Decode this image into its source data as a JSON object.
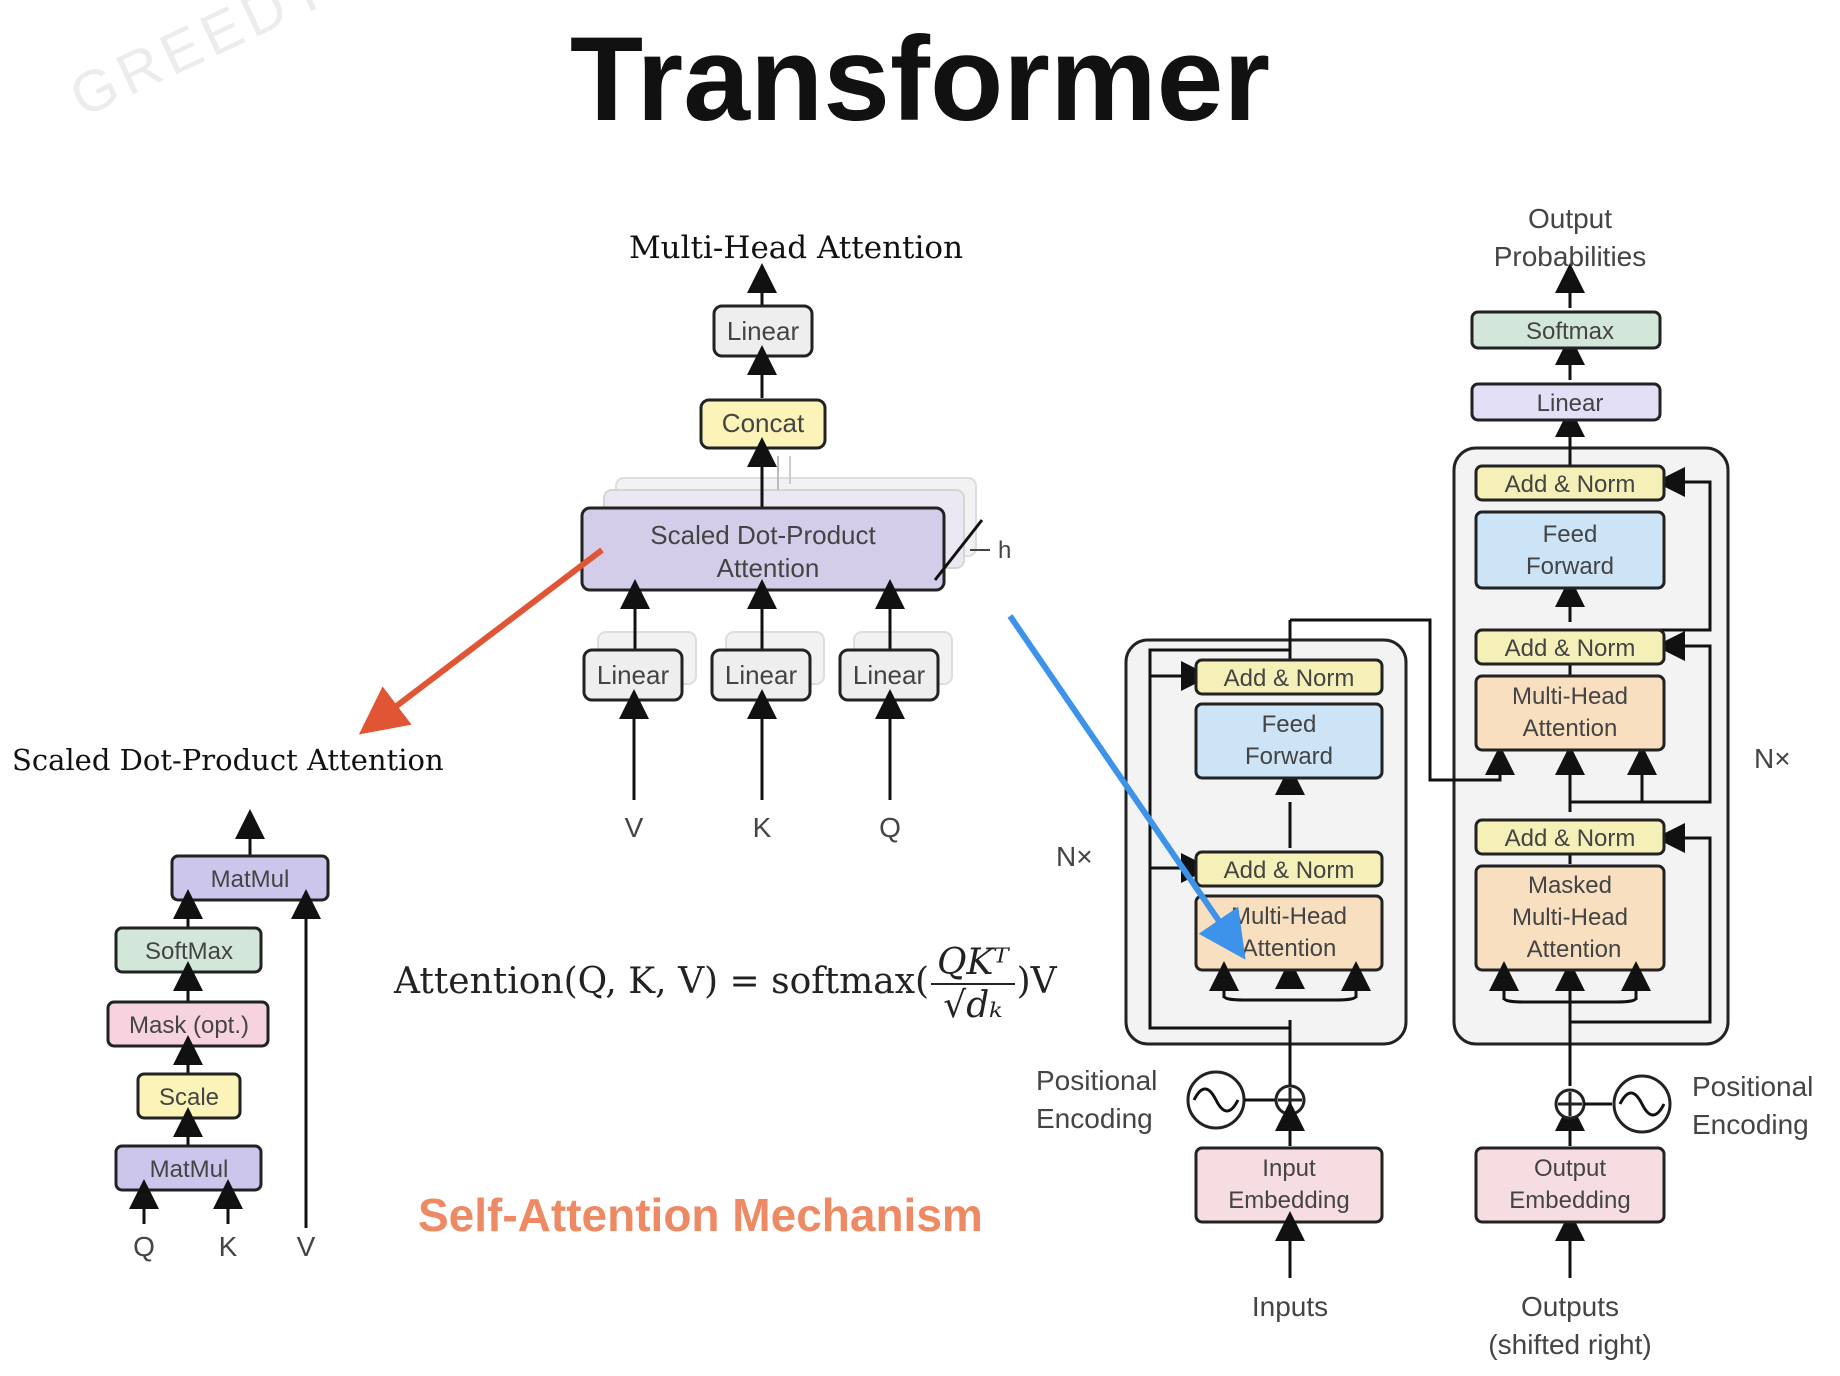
{
  "title": "Transformer",
  "watermark": "GREEDY TECHNOLO",
  "mechanism_label": "Self-Attention Mechanism",
  "colors": {
    "linear": "#eeeeee",
    "concat": "#fbf3b8",
    "sdpa": "#d4cdea",
    "matmul": "#cdc6ec",
    "softmax": "#d3e6da",
    "mask": "#f6d3df",
    "scale": "#fbf3b8",
    "add_norm": "#f4f0b8",
    "feed_forward": "#cce4f6",
    "multi_head": "#f8dfc0",
    "embedding": "#f6dde2",
    "linear_out": "#e2dff6",
    "accent_red": "#e05534",
    "accent_blue": "#3d93ea",
    "mech_text": "#ee8a63"
  },
  "multi_head": {
    "title": "Multi-Head Attention",
    "linear_top": "Linear",
    "concat": "Concat",
    "sdpa_line1": "Scaled Dot-Product",
    "sdpa_line2": "Attention",
    "h": "h",
    "linear_v": "Linear",
    "linear_k": "Linear",
    "linear_q": "Linear",
    "input_v": "V",
    "input_k": "K",
    "input_q": "Q"
  },
  "sdpa": {
    "title": "Scaled Dot-Product Attention",
    "matmul_top": "MatMul",
    "softmax": "SoftMax",
    "mask": "Mask (opt.)",
    "scale": "Scale",
    "matmul_bottom": "MatMul",
    "q": "Q",
    "k": "K",
    "v": "V"
  },
  "formula": {
    "lhs": "Attention(Q, K, V) = softmax(",
    "numerator": "QKᵀ",
    "denominator": "√dₖ",
    "rhs": ")V"
  },
  "transformer": {
    "output_probabilities_1": "Output",
    "output_probabilities_2": "Probabilities",
    "softmax": "Softmax",
    "linear": "Linear",
    "add_norm": "Add & Norm",
    "feed_forward_1": "Feed",
    "feed_forward_2": "Forward",
    "multi_head_1": "Multi-Head",
    "multi_head_2": "Attention",
    "masked_1": "Masked",
    "masked_2": "Multi-Head",
    "masked_3": "Attention",
    "nx": "N×",
    "positional_1": "Positional",
    "positional_2": "Encoding",
    "input_embedding_1": "Input",
    "input_embedding_2": "Embedding",
    "output_embedding_1": "Output",
    "output_embedding_2": "Embedding",
    "inputs": "Inputs",
    "outputs_1": "Outputs",
    "outputs_2": "(shifted right)"
  }
}
